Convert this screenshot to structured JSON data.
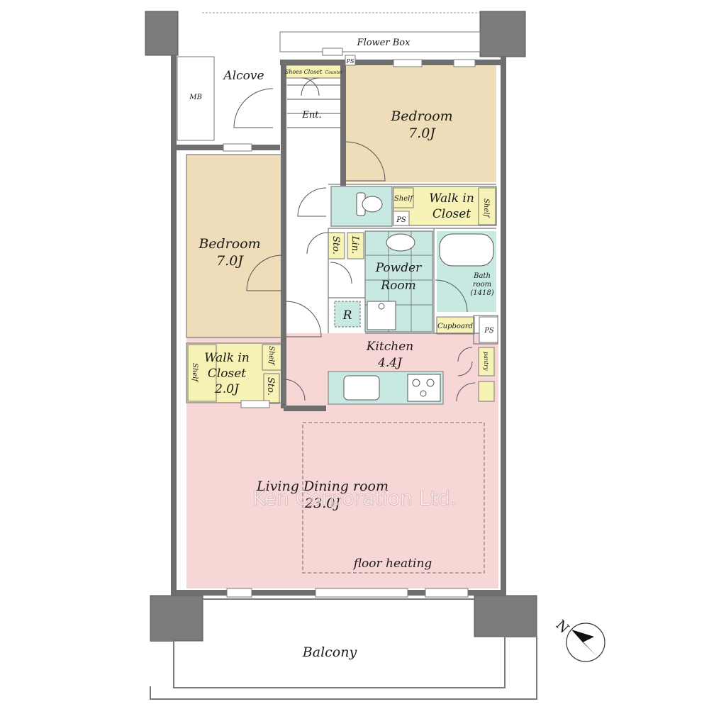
{
  "labels": {
    "flower_box": "Flower Box",
    "alcove": "Alcove",
    "mb": "MB",
    "ps": "PS",
    "shoes_closet": "Shoes Closet",
    "counter": "Counter",
    "entrance": "Ent.",
    "bedroom_ne_name": "Bedroom",
    "bedroom_ne_size": "7.0J",
    "bedroom_w_name": "Bedroom",
    "bedroom_w_size": "7.0J",
    "shelf": "Shelf",
    "walk_in_closet_line1": "Walk in",
    "walk_in_closet_line2": "Closet",
    "sto": "Sto.",
    "lin": "Lin.",
    "powder_line1": "Powder",
    "powder_line2": "Room",
    "bath_line1": "Bath",
    "bath_line2": "room",
    "bath_size": "(1418)",
    "r": "R",
    "cupboard": "Cupboard",
    "pantry": "pantry",
    "kitchen_name": "Kitchen",
    "kitchen_size": "4.4J",
    "wic_small_line1": "Walk in",
    "wic_small_line2": "Closet",
    "wic_small_size": "2.0J",
    "living_name": "Living Dining room",
    "living_size": "23.0J",
    "floor_heating": "floor heating",
    "balcony": "Balcony",
    "north": "N",
    "watermark": "Ken Corporation Ltd."
  },
  "colors": {
    "bedroom": "#efdcb8",
    "closet": "#f7f3b6",
    "wet": "#c8e8e2",
    "living": "#f7d6d6",
    "wall": "#6e6e6e",
    "pillar": "#7b7b7b"
  }
}
